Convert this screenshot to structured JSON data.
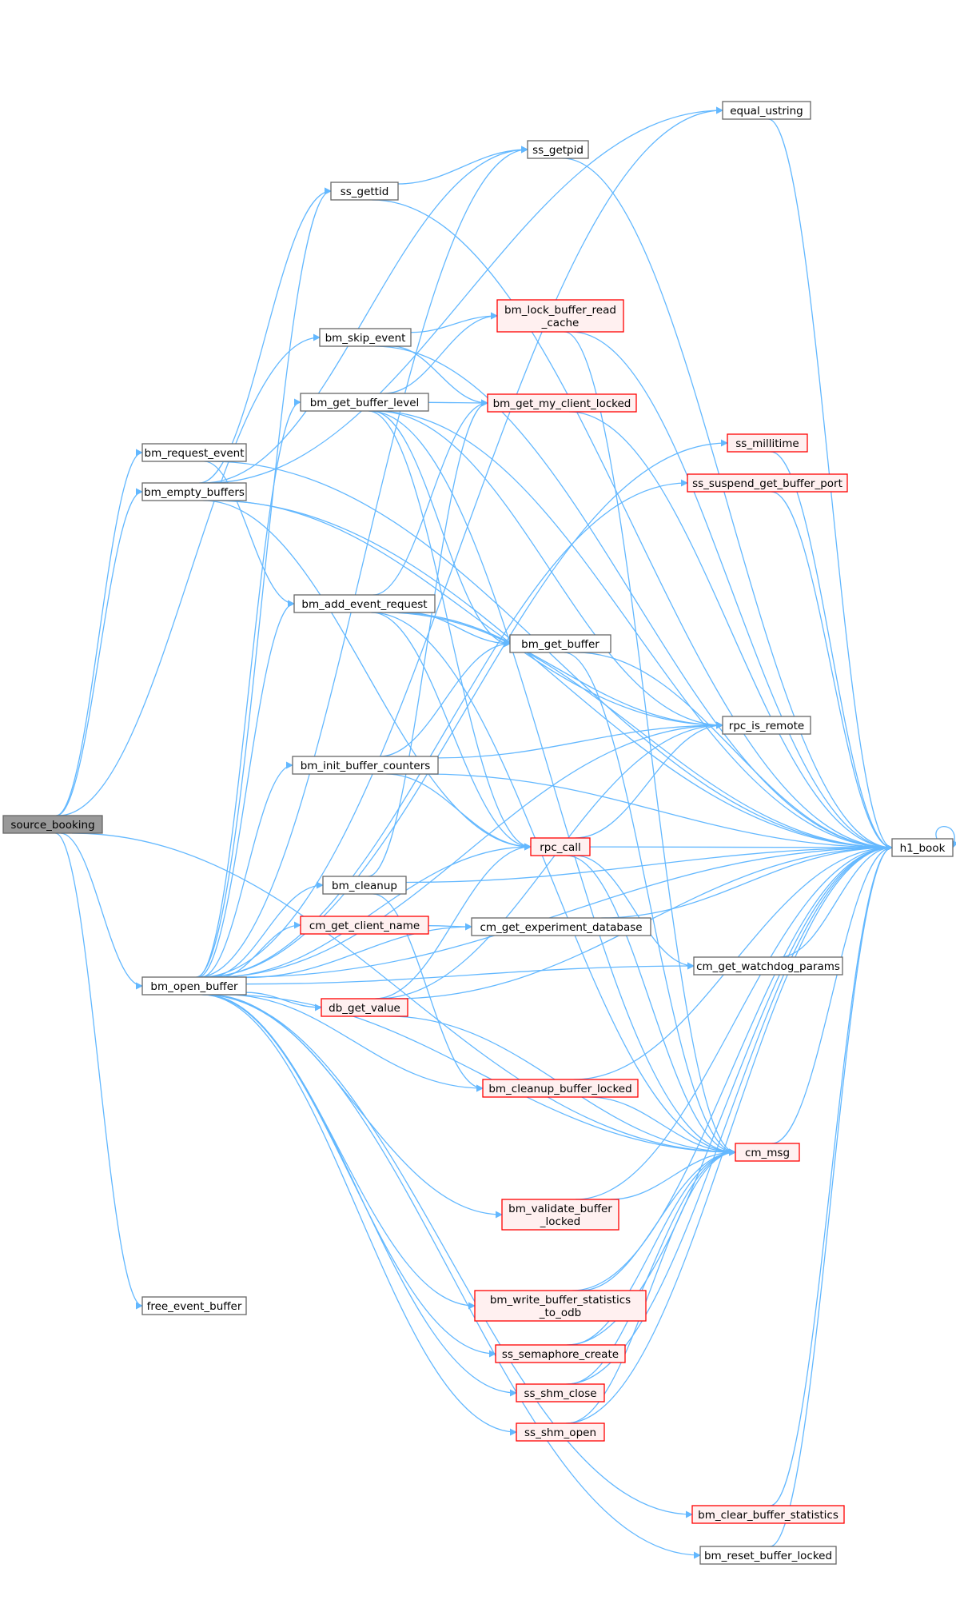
{
  "colors": {
    "edge": "#63b8ff",
    "node_border": "#666666",
    "node_fill": "#ffffff",
    "highlight_border": "#ff0000",
    "highlight_fill": "#fff0f0",
    "root_fill": "#999999"
  },
  "nodes": [
    {
      "id": "source_booking",
      "lines": [
        "source_booking"
      ],
      "style": "root"
    },
    {
      "id": "bm_request_event",
      "lines": [
        "bm_request_event"
      ],
      "style": "plain"
    },
    {
      "id": "bm_empty_buffers",
      "lines": [
        "bm_empty_buffers"
      ],
      "style": "plain"
    },
    {
      "id": "bm_open_buffer",
      "lines": [
        "bm_open_buffer"
      ],
      "style": "plain"
    },
    {
      "id": "free_event_buffer",
      "lines": [
        "free_event_buffer"
      ],
      "style": "plain"
    },
    {
      "id": "ss_gettid",
      "lines": [
        "ss_gettid"
      ],
      "style": "plain"
    },
    {
      "id": "bm_skip_event",
      "lines": [
        "bm_skip_event"
      ],
      "style": "plain"
    },
    {
      "id": "bm_get_buffer_level",
      "lines": [
        "bm_get_buffer_level"
      ],
      "style": "plain"
    },
    {
      "id": "bm_add_event_request",
      "lines": [
        "bm_add_event_request"
      ],
      "style": "plain"
    },
    {
      "id": "bm_init_buffer_counters",
      "lines": [
        "bm_init_buffer_counters"
      ],
      "style": "plain"
    },
    {
      "id": "bm_cleanup",
      "lines": [
        "bm_cleanup"
      ],
      "style": "plain"
    },
    {
      "id": "cm_get_client_name",
      "lines": [
        "cm_get_client_name"
      ],
      "style": "red"
    },
    {
      "id": "db_get_value",
      "lines": [
        "db_get_value"
      ],
      "style": "red"
    },
    {
      "id": "ss_getpid",
      "lines": [
        "ss_getpid"
      ],
      "style": "plain"
    },
    {
      "id": "bm_lock_buffer_read_cache",
      "lines": [
        "bm_lock_buffer_read",
        "_cache"
      ],
      "style": "red"
    },
    {
      "id": "bm_get_my_client_locked",
      "lines": [
        "bm_get_my_client_locked"
      ],
      "style": "red"
    },
    {
      "id": "bm_get_buffer",
      "lines": [
        "bm_get_buffer"
      ],
      "style": "plain"
    },
    {
      "id": "rpc_call",
      "lines": [
        "rpc_call"
      ],
      "style": "red"
    },
    {
      "id": "cm_get_experiment_database",
      "lines": [
        "cm_get_experiment_database"
      ],
      "style": "plain"
    },
    {
      "id": "bm_cleanup_buffer_locked",
      "lines": [
        "bm_cleanup_buffer_locked"
      ],
      "style": "red"
    },
    {
      "id": "bm_validate_buffer_locked",
      "lines": [
        "bm_validate_buffer",
        "_locked"
      ],
      "style": "red"
    },
    {
      "id": "bm_write_buffer_statistics_to_odb",
      "lines": [
        "bm_write_buffer_statistics",
        "_to_odb"
      ],
      "style": "red"
    },
    {
      "id": "ss_semaphore_create",
      "lines": [
        "ss_semaphore_create"
      ],
      "style": "red"
    },
    {
      "id": "ss_shm_close",
      "lines": [
        "ss_shm_close"
      ],
      "style": "red"
    },
    {
      "id": "ss_shm_open",
      "lines": [
        "ss_shm_open"
      ],
      "style": "red"
    },
    {
      "id": "equal_ustring",
      "lines": [
        "equal_ustring"
      ],
      "style": "plain"
    },
    {
      "id": "ss_millitime",
      "lines": [
        "ss_millitime"
      ],
      "style": "red"
    },
    {
      "id": "ss_suspend_get_buffer_port",
      "lines": [
        "ss_suspend_get_buffer_port"
      ],
      "style": "red"
    },
    {
      "id": "rpc_is_remote",
      "lines": [
        "rpc_is_remote"
      ],
      "style": "plain"
    },
    {
      "id": "cm_get_watchdog_params",
      "lines": [
        "cm_get_watchdog_params"
      ],
      "style": "plain"
    },
    {
      "id": "cm_msg",
      "lines": [
        "cm_msg"
      ],
      "style": "red"
    },
    {
      "id": "bm_clear_buffer_statistics",
      "lines": [
        "bm_clear_buffer_statistics"
      ],
      "style": "red"
    },
    {
      "id": "bm_reset_buffer_locked",
      "lines": [
        "bm_reset_buffer_locked"
      ],
      "style": "plain"
    },
    {
      "id": "h1_book",
      "lines": [
        "h1_book"
      ],
      "style": "plain"
    }
  ],
  "edges": [
    [
      "source_booking",
      "bm_request_event"
    ],
    [
      "source_booking",
      "bm_empty_buffers"
    ],
    [
      "source_booking",
      "bm_open_buffer"
    ],
    [
      "source_booking",
      "free_event_buffer"
    ],
    [
      "source_booking",
      "bm_skip_event"
    ],
    [
      "source_booking",
      "cm_msg"
    ],
    [
      "bm_request_event",
      "bm_add_event_request"
    ],
    [
      "bm_request_event",
      "h1_book"
    ],
    [
      "bm_empty_buffers",
      "ss_gettid"
    ],
    [
      "bm_empty_buffers",
      "ss_getpid"
    ],
    [
      "bm_empty_buffers",
      "equal_ustring"
    ],
    [
      "bm_empty_buffers",
      "rpc_is_remote"
    ],
    [
      "bm_empty_buffers",
      "rpc_call"
    ],
    [
      "bm_empty_buffers",
      "h1_book"
    ],
    [
      "bm_skip_event",
      "bm_lock_buffer_read_cache"
    ],
    [
      "bm_skip_event",
      "bm_get_my_client_locked"
    ],
    [
      "bm_skip_event",
      "h1_book"
    ],
    [
      "bm_get_buffer_level",
      "bm_get_my_client_locked"
    ],
    [
      "bm_get_buffer_level",
      "bm_lock_buffer_read_cache"
    ],
    [
      "bm_get_buffer_level",
      "bm_get_buffer"
    ],
    [
      "bm_get_buffer_level",
      "rpc_is_remote"
    ],
    [
      "bm_get_buffer_level",
      "rpc_call"
    ],
    [
      "bm_get_buffer_level",
      "cm_msg"
    ],
    [
      "bm_get_buffer_level",
      "h1_book"
    ],
    [
      "bm_add_event_request",
      "bm_get_my_client_locked"
    ],
    [
      "bm_add_event_request",
      "bm_get_buffer"
    ],
    [
      "bm_add_event_request",
      "rpc_is_remote"
    ],
    [
      "bm_add_event_request",
      "rpc_call"
    ],
    [
      "bm_add_event_request",
      "cm_msg"
    ],
    [
      "bm_add_event_request",
      "h1_book"
    ],
    [
      "bm_init_buffer_counters",
      "bm_get_buffer"
    ],
    [
      "bm_init_buffer_counters",
      "rpc_is_remote"
    ],
    [
      "bm_init_buffer_counters",
      "rpc_call"
    ],
    [
      "bm_init_buffer_counters",
      "h1_book"
    ],
    [
      "bm_cleanup",
      "bm_get_my_client_locked"
    ],
    [
      "bm_cleanup",
      "bm_cleanup_buffer_locked"
    ],
    [
      "bm_cleanup",
      "h1_book"
    ],
    [
      "cm_get_client_name",
      "cm_get_experiment_database"
    ],
    [
      "db_get_value",
      "rpc_call"
    ],
    [
      "db_get_value",
      "rpc_is_remote"
    ],
    [
      "db_get_value",
      "cm_msg"
    ],
    [
      "db_get_value",
      "h1_book"
    ],
    [
      "ss_gettid",
      "ss_getpid"
    ],
    [
      "ss_gettid",
      "h1_book"
    ],
    [
      "ss_getpid",
      "h1_book"
    ],
    [
      "equal_ustring",
      "h1_book"
    ],
    [
      "bm_lock_buffer_read_cache",
      "cm_msg"
    ],
    [
      "bm_lock_buffer_read_cache",
      "h1_book"
    ],
    [
      "bm_get_my_client_locked",
      "h1_book"
    ],
    [
      "bm_get_buffer",
      "cm_msg"
    ],
    [
      "bm_get_buffer",
      "h1_book"
    ],
    [
      "rpc_call",
      "rpc_is_remote"
    ],
    [
      "rpc_call",
      "cm_get_watchdog_params"
    ],
    [
      "rpc_call",
      "cm_msg"
    ],
    [
      "rpc_call",
      "h1_book"
    ],
    [
      "cm_get_experiment_database",
      "h1_book"
    ],
    [
      "bm_cleanup_buffer_locked",
      "cm_msg"
    ],
    [
      "bm_cleanup_buffer_locked",
      "h1_book"
    ],
    [
      "bm_validate_buffer_locked",
      "cm_msg"
    ],
    [
      "bm_validate_buffer_locked",
      "h1_book"
    ],
    [
      "bm_write_buffer_statistics_to_odb",
      "cm_msg"
    ],
    [
      "bm_write_buffer_statistics_to_odb",
      "h1_book"
    ],
    [
      "ss_semaphore_create",
      "cm_msg"
    ],
    [
      "ss_semaphore_create",
      "h1_book"
    ],
    [
      "ss_shm_close",
      "cm_msg"
    ],
    [
      "ss_shm_close",
      "h1_book"
    ],
    [
      "ss_shm_open",
      "cm_msg"
    ],
    [
      "ss_shm_open",
      "h1_book"
    ],
    [
      "ss_millitime",
      "h1_book"
    ],
    [
      "ss_suspend_get_buffer_port",
      "h1_book"
    ],
    [
      "cm_get_watchdog_params",
      "h1_book"
    ],
    [
      "cm_msg",
      "h1_book"
    ],
    [
      "bm_clear_buffer_statistics",
      "h1_book"
    ],
    [
      "bm_reset_buffer_locked",
      "h1_book"
    ],
    [
      "h1_book",
      "h1_book"
    ],
    [
      "bm_open_buffer",
      "bm_get_buffer_level"
    ],
    [
      "bm_open_buffer",
      "bm_add_event_request"
    ],
    [
      "bm_open_buffer",
      "bm_init_buffer_counters"
    ],
    [
      "bm_open_buffer",
      "bm_cleanup"
    ],
    [
      "bm_open_buffer",
      "cm_get_client_name"
    ],
    [
      "bm_open_buffer",
      "db_get_value"
    ],
    [
      "bm_open_buffer",
      "cm_get_experiment_database"
    ],
    [
      "bm_open_buffer",
      "bm_cleanup_buffer_locked"
    ],
    [
      "bm_open_buffer",
      "bm_validate_buffer_locked"
    ],
    [
      "bm_open_buffer",
      "bm_write_buffer_statistics_to_odb"
    ],
    [
      "bm_open_buffer",
      "ss_semaphore_create"
    ],
    [
      "bm_open_buffer",
      "ss_shm_close"
    ],
    [
      "bm_open_buffer",
      "ss_shm_open"
    ],
    [
      "bm_open_buffer",
      "bm_clear_buffer_statistics"
    ],
    [
      "bm_open_buffer",
      "bm_reset_buffer_locked"
    ],
    [
      "bm_open_buffer",
      "ss_gettid"
    ],
    [
      "bm_open_buffer",
      "ss_getpid"
    ],
    [
      "bm_open_buffer",
      "equal_ustring"
    ],
    [
      "bm_open_buffer",
      "ss_millitime"
    ],
    [
      "bm_open_buffer",
      "ss_suspend_get_buffer_port"
    ],
    [
      "bm_open_buffer",
      "rpc_is_remote"
    ],
    [
      "bm_open_buffer",
      "rpc_call"
    ],
    [
      "bm_open_buffer",
      "cm_get_watchdog_params"
    ],
    [
      "bm_open_buffer",
      "cm_msg"
    ],
    [
      "bm_open_buffer",
      "h1_book"
    ]
  ]
}
